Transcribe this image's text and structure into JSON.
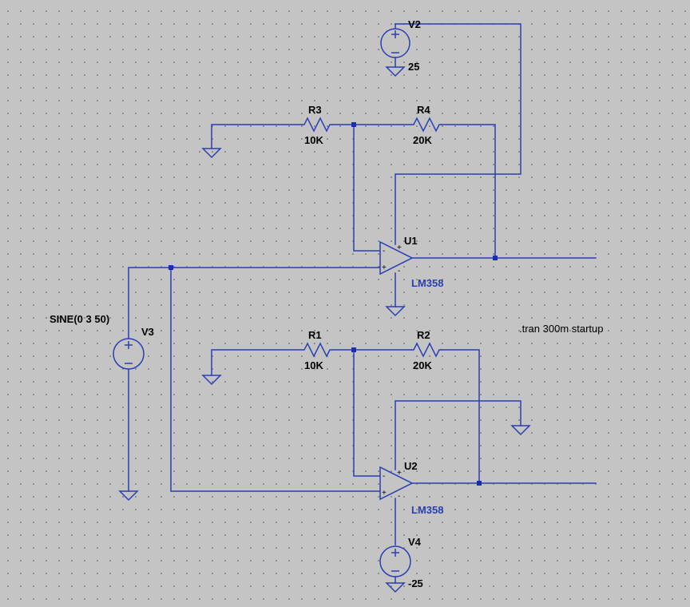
{
  "components": {
    "R1": {
      "name": "R1",
      "value": "10K"
    },
    "R2": {
      "name": "R2",
      "value": "20K"
    },
    "R3": {
      "name": "R3",
      "value": "10K"
    },
    "R4": {
      "name": "R4",
      "value": "20K"
    },
    "U1": {
      "name": "U1",
      "model": "LM358"
    },
    "U2": {
      "name": "U2",
      "model": "LM358"
    },
    "V2": {
      "name": "V2",
      "value": "25"
    },
    "V3": {
      "name": "V3",
      "value": "SINE(0 3 50)"
    },
    "V4": {
      "name": "V4",
      "value": "-25"
    }
  },
  "pin_labels": {
    "plus": "+",
    "minus": "-"
  },
  "directive": ".tran 300m startup",
  "colors": {
    "wire": "#2a3fb4",
    "background": "#c4c4c4",
    "grid_dot": "#7a7a7a",
    "label": "#000000"
  }
}
